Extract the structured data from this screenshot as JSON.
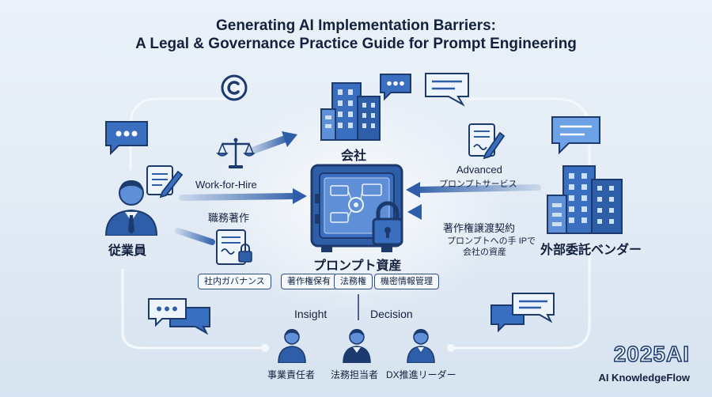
{
  "title": {
    "line1": "Generating AI Implementation Barriers:",
    "line2": "A Legal & Governance Practice Guide for Prompt Engineering"
  },
  "nodes": {
    "company": "会社",
    "employee": "従業員",
    "vendor": "外部委託ベンダー",
    "prompt_asset": "プロンプト資産"
  },
  "flows": {
    "work_for_hire": "Work-for-Hire",
    "work_for_hire_jp": "職務著作",
    "advanced": "Advanced",
    "advanced_jp": "プロンプトサービス",
    "copyright_transfer": "著作権譲渡契約",
    "ip_line1": "プロンプトへの手 IPで",
    "ip_line2": "会社の資産"
  },
  "tags": {
    "internal_governance": "社内ガバナンス",
    "items": [
      "著作権保有",
      "法務権",
      "機密情報管理"
    ]
  },
  "insight": "Insight",
  "decision": "Decision",
  "roles": [
    "事業責任者",
    "法務担当者",
    "DX推進リーダー"
  ],
  "brand": {
    "year": "2025AI",
    "name": "AI KnowledgeFlow"
  },
  "colors": {
    "navy": "#1c3a6e",
    "blue": "#2f5ea8",
    "light": "#5f8fd6",
    "pale": "#bcd2ee"
  }
}
